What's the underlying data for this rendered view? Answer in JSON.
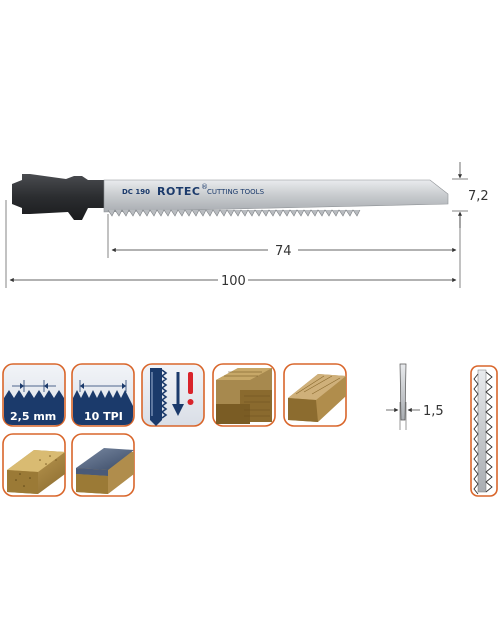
{
  "blade": {
    "model": "DC 190",
    "brand": "ROTEC",
    "brand_mark": "®",
    "tagline": "CUTTING TOOLS"
  },
  "dimensions": {
    "width": "7,2",
    "cutting_length": "74",
    "total_length": "100",
    "thickness": "1,5"
  },
  "icons": {
    "tooth_pitch": "2,5 mm",
    "tpi": "10 TPI"
  },
  "colors": {
    "frame_orange": "#d9662b",
    "blue": "#1b3a6b",
    "steel": "#c9ccd0",
    "shank": "#2b2d30",
    "alert_red": "#d9242b"
  }
}
